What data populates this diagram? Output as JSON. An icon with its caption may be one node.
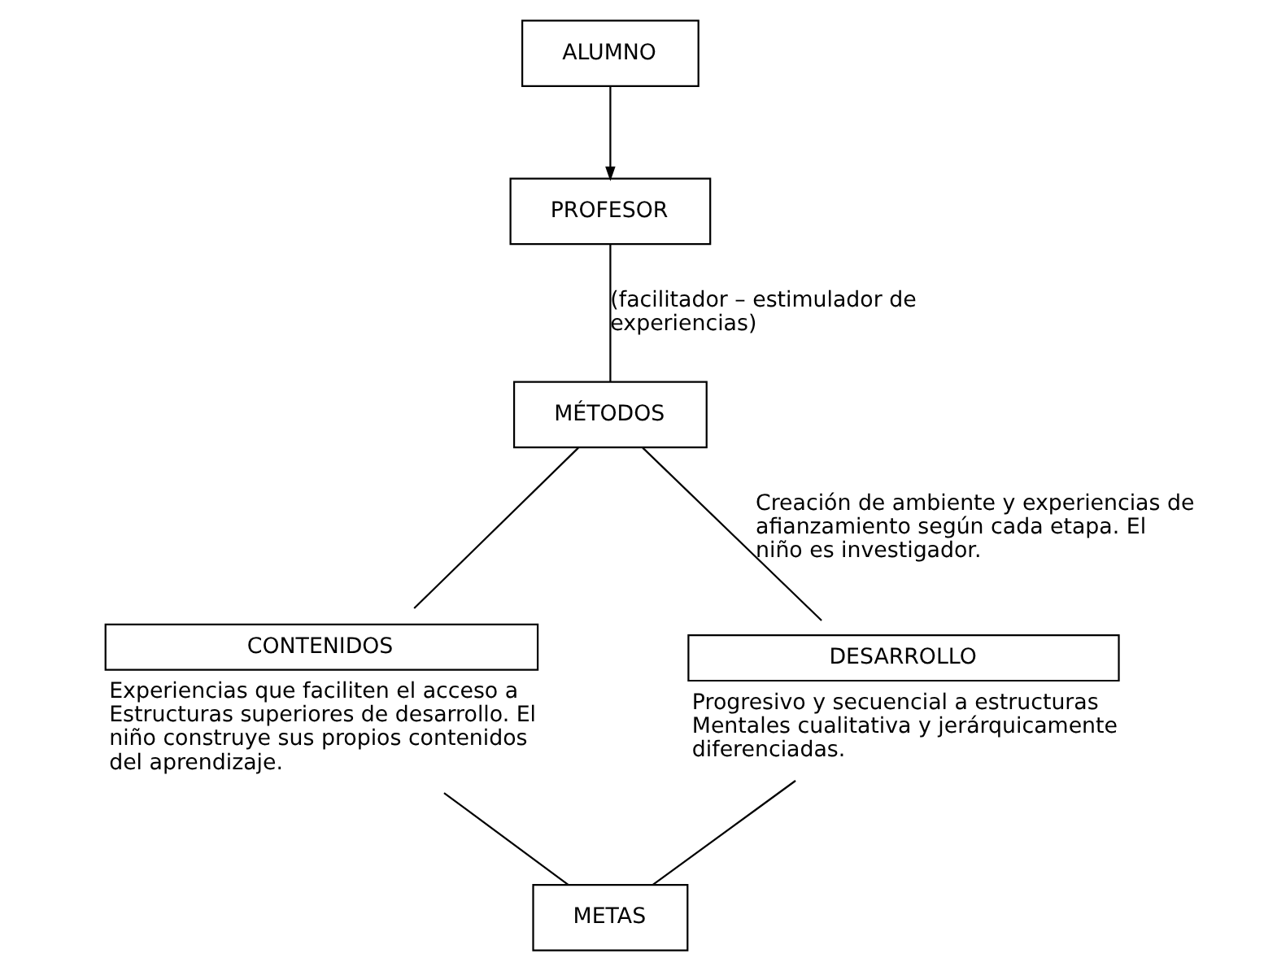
{
  "diagram": {
    "nodes": [
      {
        "text": [
          "ALUMNO"
        ]
      },
      {
        "text": [
          "PROFESOR"
        ]
      },
      {
        "text": [
          "MÉTODOS"
        ]
      },
      {
        "text": [
          "CONTENIDOS"
        ],
        "beside": [
          "Experiencias que faciliten el acceso a Estructuras superiores de desarrollo. El niño construye sus propios contenidos del aprendizaje."
        ]
      },
      {
        "text": [
          "DESARROLLO"
        ],
        "beside": [
          "Progresivo y secuencial a estructuras Mentales cualitativa y jerárquicamente diferenciadas."
        ]
      },
      {
        "text": [
          "METAS"
        ]
      }
    ],
    "edges": [
      {
        "from": 0,
        "to": 1,
        "arrow": "to"
      },
      {
        "from": 1,
        "to": 2,
        "arrow": "none",
        "label": "(facilitador – estimulador de experiencias)"
      },
      {
        "from": 2,
        "to": 3,
        "arrow": "none"
      },
      {
        "from": 2,
        "to": 4,
        "arrow": "none",
        "label": "Creación de ambiente y experiencias de afianzamiento según cada etapa. El niño es investigador."
      },
      {
        "from": 3,
        "to": 5,
        "arrow": "none"
      },
      {
        "from": 4,
        "to": 5,
        "arrow": "none"
      }
    ]
  }
}
